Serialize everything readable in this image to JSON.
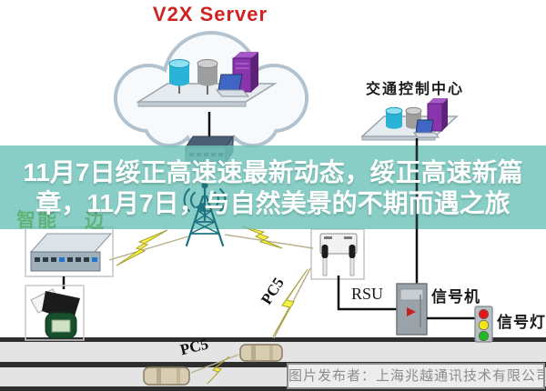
{
  "title": {
    "text": "V2X Server"
  },
  "nodes": {
    "traffic_control_center_label": "交通控制中心",
    "rsu_label": "RSU",
    "signal_controller_label": "信号机",
    "signal_light_label": "信号灯",
    "pc5_link_upper_label": "PC5",
    "pc5_link_lower_label": "PC5",
    "background_text_left": "智能",
    "background_text_right": "边"
  },
  "overlay": {
    "headline_line1": "11月7日绥正高速速最新动态，绥正高速新篇",
    "headline_line2": "章，11月7日，与自然美景的不期而遇之旅"
  },
  "caption": {
    "text": "图片发布者：上海兆越通讯技术有限公司"
  },
  "colors": {
    "band_teal": "#6cc2b8",
    "title_red": "#cf2222",
    "tower_teal": "#1e7482",
    "bolt_yellow": "#f6f33e",
    "road_gray": "#e4e4e4",
    "road_stripe": "#2e2e2e"
  }
}
